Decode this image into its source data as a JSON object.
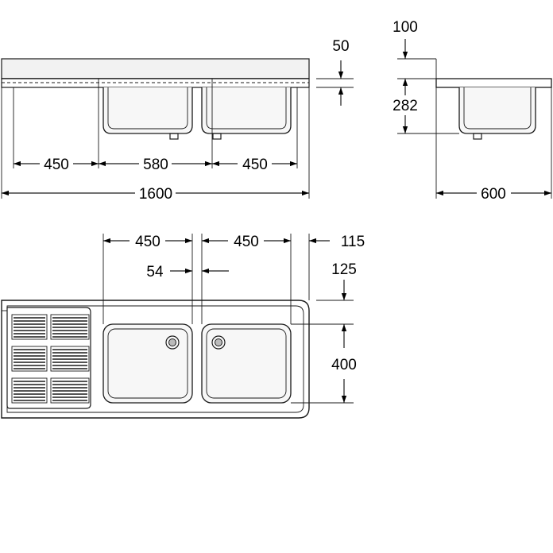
{
  "front_view": {
    "dims": {
      "left_drainer": "450",
      "center": "580",
      "right": "450",
      "total_length": "1600",
      "top_thickness": "50"
    }
  },
  "side_view": {
    "dims": {
      "top_offset": "100",
      "bowl_depth": "282",
      "total_depth": "600"
    }
  },
  "plan_view": {
    "dims": {
      "bowl_left": "450",
      "bowl_right": "450",
      "right_edge": "115",
      "gap": "54",
      "top_margin": "125",
      "bowl_width": "400"
    }
  }
}
